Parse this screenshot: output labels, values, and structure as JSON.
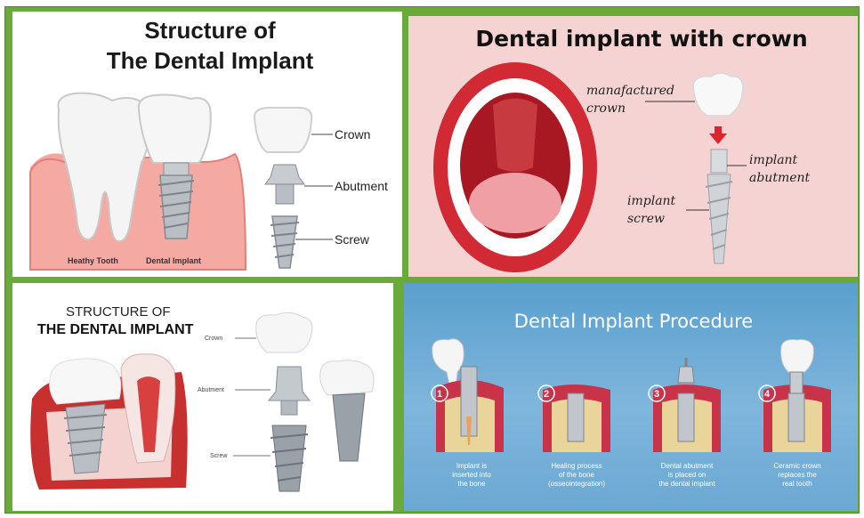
{
  "panel1": {
    "title_line1": "Structure of",
    "title_line2": "The Dental Implant",
    "label_crown": "Crown",
    "label_abutment": "Abutment",
    "label_screw": "Screw",
    "caption_left": "Heathy Tooth",
    "caption_right": "Dental Implant"
  },
  "panel2": {
    "title": "Dental implant with crown",
    "label_crown_1": "manafactured",
    "label_crown_2": "crown",
    "label_abutment_1": "implant",
    "label_abutment_2": "abutment",
    "label_screw_1": "implant",
    "label_screw_2": "screw"
  },
  "panel3": {
    "title_line1": "STRUCTURE OF",
    "title_line2": "THE DENTAL IMPLANT",
    "label_crown": "Crown",
    "label_abutment": "Abutment",
    "label_screw": "Screw"
  },
  "panel4": {
    "title": "Dental Implant Procedure",
    "steps": [
      {
        "num": "1",
        "line1": "Implant is",
        "line2": "inserted into",
        "line3": "the bone"
      },
      {
        "num": "2",
        "line1": "Healing process",
        "line2": "of the bone",
        "line3": "(osseointegration)"
      },
      {
        "num": "3",
        "line1": "Dental abutment",
        "line2": "is placed on",
        "line3": "the dental implant"
      },
      {
        "num": "4",
        "line1": "Ceramic crown",
        "line2": "replaces the",
        "line3": "real tooth"
      }
    ]
  },
  "colors": {
    "frame": "#6aaa3a",
    "gum": "#f2a8a0",
    "mouth": "#c0202a",
    "procedure_bg": "#5a9fce"
  }
}
